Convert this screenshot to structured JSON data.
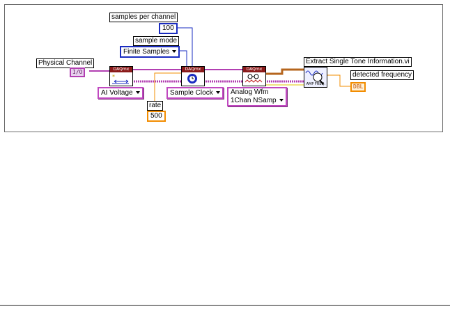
{
  "diagram": {
    "controls": {
      "physical_channel": {
        "label": "Physical Channel",
        "terminal": "I/O"
      },
      "samples_per_channel": {
        "label": "samples per channel",
        "value": "100"
      },
      "sample_mode": {
        "label": "sample mode",
        "value": "Finite Samples"
      },
      "rate": {
        "label": "rate",
        "value": "500"
      }
    },
    "polymorphic_selectors": {
      "create_channel": "AI Voltage",
      "timing": "Sample Clock",
      "read": [
        "Analog Wfm",
        "1Chan NSamp"
      ]
    },
    "nodes": {
      "create_channel": {
        "header": "DAQmx"
      },
      "timing": {
        "header": "DAQmx"
      },
      "read": {
        "header": "DAQmx"
      },
      "extract_tone": {
        "label": "Extract Single Tone Information.vi",
        "icon_text": "AMP FREQ."
      }
    },
    "indicators": {
      "detected_frequency": {
        "label": "detected frequency",
        "terminal": "DBL"
      }
    },
    "colors": {
      "task_wire": "#b23fb2",
      "error_wire": "#e1c400",
      "int_wire": "#1a2cc0",
      "dbl_wire": "#f28c00",
      "waveform_wire": "#b5651d",
      "node_header": "#8b1a1a"
    }
  }
}
